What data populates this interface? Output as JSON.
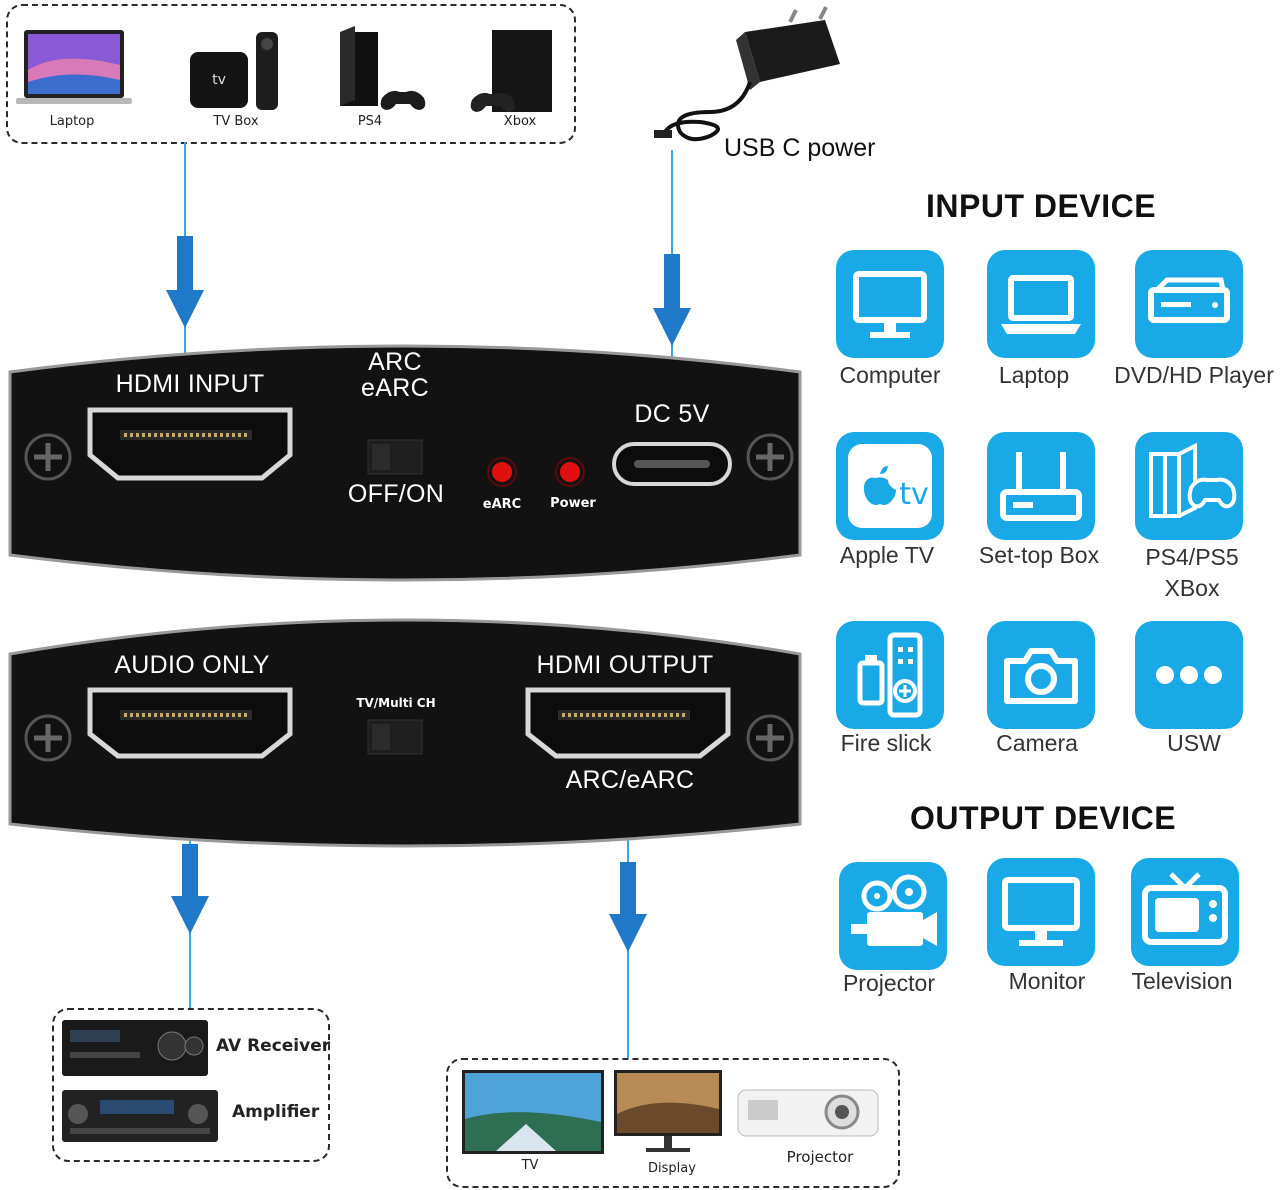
{
  "top_sources": [
    "Laptop",
    "TV Box",
    "PS4",
    "Xbox"
  ],
  "usb_power_label": "USB C power",
  "input_panel": {
    "hdmi_input": "HDMI INPUT",
    "arc_line1": "ARC",
    "arc_line2": "eARC",
    "switch_label": "OFF/ON",
    "earc_led": "eARC",
    "power_led": "Power",
    "dc_label": "DC 5V"
  },
  "output_panel": {
    "audio_only": "AUDIO ONLY",
    "tv_multi": "TV/Multi CH",
    "hdmi_output": "HDMI OUTPUT",
    "arc_earc": "ARC/eARC"
  },
  "audio_devices": [
    "AV Receiver",
    "Amplifier"
  ],
  "display_devices": [
    "TV",
    "Display",
    "Projector"
  ],
  "input_device": {
    "heading": "INPUT DEVICE",
    "items": [
      "Computer",
      "Laptop",
      "DVD/HD Player",
      "Apple TV",
      "Set-top Box",
      "PS4/PS5",
      "XBox",
      "Fire slick",
      "Camera",
      "USW"
    ],
    "appletv_logo": "tv"
  },
  "output_device": {
    "heading": "OUTPUT DEVICE",
    "items": [
      "Projector",
      "Monitor",
      "Television"
    ]
  },
  "colors": {
    "tile_blue": "#19a9e6",
    "arrow_blue": "#1f78c8",
    "led_red": "#e01010",
    "device_black": "#111111"
  }
}
